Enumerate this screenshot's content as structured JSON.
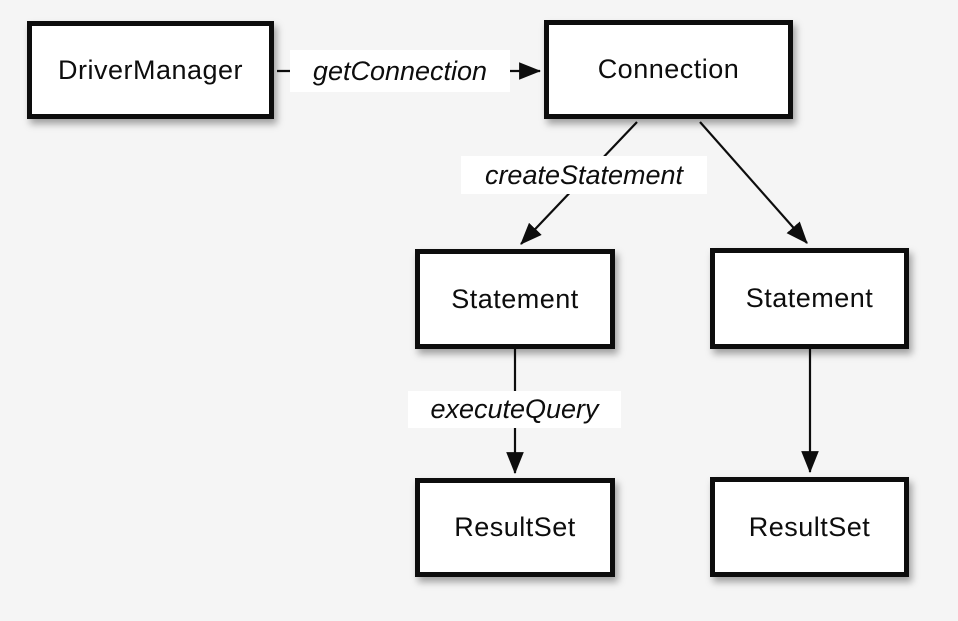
{
  "diagram": {
    "title": "",
    "nodes": [
      {
        "id": "drivermanager",
        "label": "DriverManager"
      },
      {
        "id": "connection",
        "label": "Connection"
      },
      {
        "id": "statement-left",
        "label": "Statement"
      },
      {
        "id": "statement-right",
        "label": "Statement"
      },
      {
        "id": "resultset-left",
        "label": "ResultSet"
      },
      {
        "id": "resultset-right",
        "label": "ResultSet"
      }
    ],
    "edges": [
      {
        "from": "drivermanager",
        "to": "connection",
        "label": "getConnection"
      },
      {
        "from": "connection",
        "to": "statement-left",
        "label": "createStatement"
      },
      {
        "from": "connection",
        "to": "statement-right",
        "label": ""
      },
      {
        "from": "statement-left",
        "to": "resultset-left",
        "label": "executeQuery"
      },
      {
        "from": "statement-right",
        "to": "resultset-right",
        "label": ""
      }
    ],
    "colors": {
      "background": "#f5f5f5",
      "node_fill": "#ffffff",
      "node_border": "#0d0d0d",
      "text": "#0d0d0d",
      "edge": "#0d0d0d",
      "label_background": "#ffffff"
    }
  }
}
